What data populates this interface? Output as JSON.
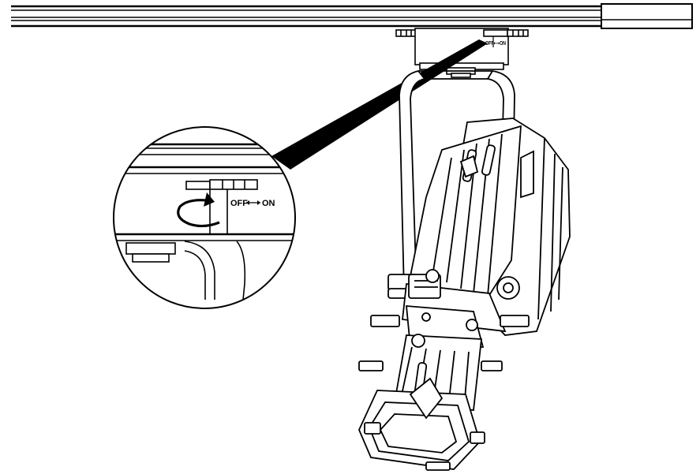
{
  "labels": {
    "switch_small": "OFF⟷ON",
    "switch_zoom_off": "OFF",
    "switch_zoom_on": "ON"
  },
  "colors": {
    "stroke": "#000000",
    "background": "#ffffff",
    "beam": "#000000"
  },
  "icons": {
    "rotate": "rotate-arrow-icon"
  }
}
